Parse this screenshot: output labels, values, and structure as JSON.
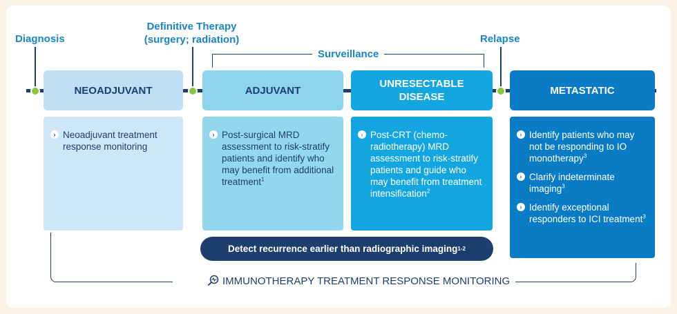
{
  "milestones": {
    "diagnosis": "Diagnosis",
    "definitive_line1": "Definitive Therapy",
    "definitive_line2": "(surgery; radiation)",
    "relapse": "Relapse",
    "surveillance": "Surveillance"
  },
  "phases": {
    "neoadjuvant": "NEOADJUVANT",
    "adjuvant": "ADJUVANT",
    "unresectable_line1": "UNRESECTABLE",
    "unresectable_line2": "DISEASE",
    "metastatic": "METASTATIC"
  },
  "panels": {
    "neoadjuvant": [
      {
        "text": "Neoadjuvant treatment response monitoring",
        "sup": ""
      }
    ],
    "adjuvant": [
      {
        "text": "Post-surgical MRD assessment to risk-stratify patients and identify who may benefit from additional treatment",
        "sup": "1"
      }
    ],
    "unresectable": [
      {
        "text": "Post-CRT (chemo-radiotherapy) MRD assessment to risk-stratify patients and guide who may benefit from treatment intensification",
        "sup": "2"
      }
    ],
    "metastatic": [
      {
        "text": "Identify patients who may not be responding to IO monotherapy",
        "sup": "3"
      },
      {
        "text": "Clarify indeterminate imaging",
        "sup": "3"
      },
      {
        "text": "Identify exceptional responders to ICI treatment",
        "sup": "3"
      }
    ]
  },
  "banner": {
    "text": "Detect recurrence earlier than radiographic imaging",
    "sup": "1-2"
  },
  "bottom_label": "IMMUNOTHERAPY TREATMENT RESPONSE MONITORING",
  "icons": {
    "bullet": "chevron-right-icon",
    "monitoring": "magnifier-pulse-icon"
  },
  "colors": {
    "navy": "#1d3f6e",
    "accent_blue": "#1a85c7",
    "green_dot": "#8cc63f",
    "neoadjuvant_header": "#bfe0f4",
    "neoadjuvant_panel": "#cde7f6",
    "adjuvant_header": "#8dd5ee",
    "adjuvant_panel": "#93d7ef",
    "unresectable": "#13a6e0",
    "metastatic": "#0a7cc6"
  }
}
